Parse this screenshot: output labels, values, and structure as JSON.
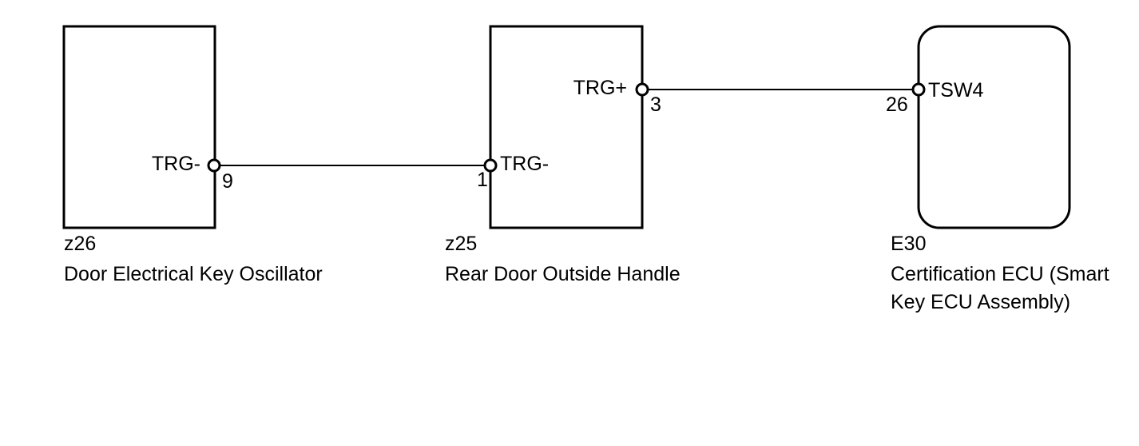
{
  "components": [
    {
      "connector": "z26",
      "name_lines": [
        "Door Electrical Key Oscillator"
      ],
      "terminal": {
        "label": "TRG-",
        "number": "9"
      }
    },
    {
      "connector": "z25",
      "name_lines": [
        "Rear Door Outside Handle"
      ],
      "terminals": [
        {
          "label": "TRG-",
          "number": "1"
        },
        {
          "label": "TRG+",
          "number": "3"
        }
      ]
    },
    {
      "connector": "E30",
      "name_lines": [
        "Certification ECU (Smart",
        "Key ECU Assembly)"
      ],
      "terminal": {
        "label": "TSW4",
        "number": "26"
      }
    }
  ],
  "colors": {
    "line": "#000000",
    "background": "#ffffff"
  }
}
